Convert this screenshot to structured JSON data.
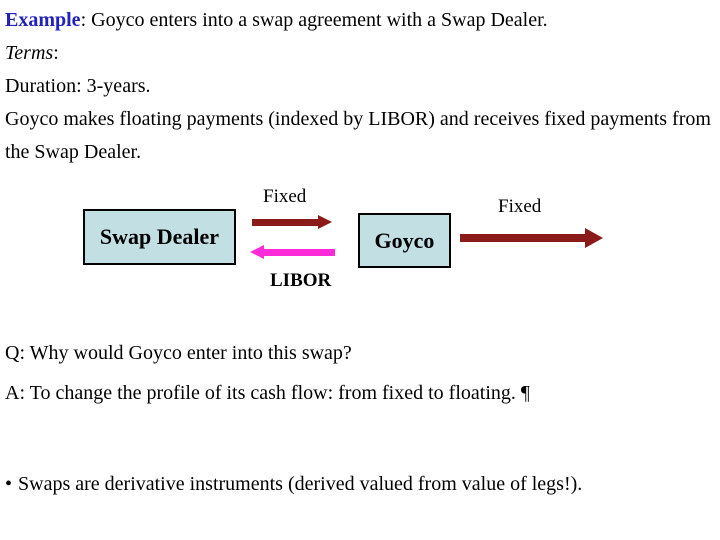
{
  "theme": {
    "background": "#FFFFFF",
    "text_color": "#000000",
    "example_blue": "#2121BD",
    "box_fill": "#C2DFE4",
    "box_border": "#000000",
    "fixed_arrow_color": "#8B1A1A",
    "libor_arrow_color": "#FF2BD9"
  },
  "intro": {
    "example_label": "Example",
    "example_rest": ": Goyco enters into a swap agreement with a Swap Dealer.",
    "terms_label": "Terms",
    "terms_colon": ":",
    "duration_line": "Duration: 3-years.",
    "description": "Goyco makes floating payments (indexed by LIBOR) and receives fixed payments from the Swap Dealer."
  },
  "diagram": {
    "swap_dealer_label": "Swap Dealer",
    "goyco_label": "Goyco",
    "fixed_label_left": "Fixed",
    "fixed_label_right": "Fixed",
    "libor_label": "LIBOR"
  },
  "qa": {
    "question": "Q: Why would Goyco enter into this swap?",
    "answer": "A: To change the profile of its cash flow: from fixed to floating. ¶"
  },
  "bullet": {
    "marker": "•",
    "text": "Swaps are derivative instruments (derived valued from value of legs!)."
  }
}
